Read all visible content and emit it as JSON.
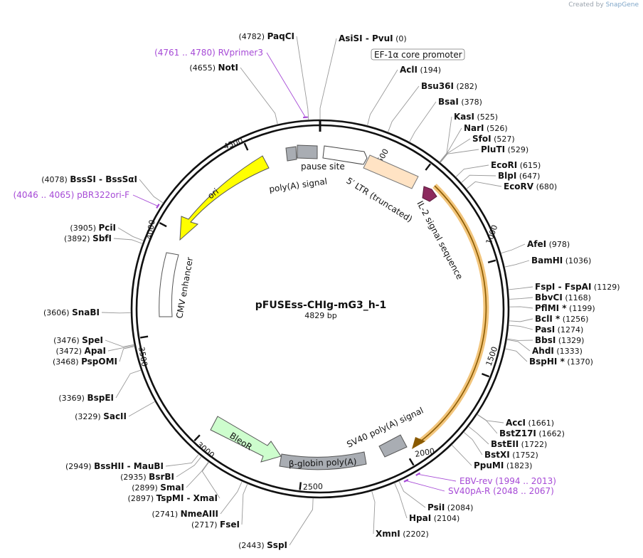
{
  "credit": {
    "prefix": "Created by",
    "brand": "SnapGene"
  },
  "plasmid": {
    "name": "pFUSEss-CHIg-mG3_h-1",
    "length_label": "4829 bp",
    "length": 4829
  },
  "colors": {
    "backbone": "#111111",
    "primer": "#a64ad6",
    "label_line": "#999999",
    "ori": "#ffff00",
    "ltr": "#ffe3c4",
    "signal": "#8c2a5e",
    "cds_highlight": "#f2c57c",
    "bleor": "#cdfdcd",
    "terminator": "#a9adb3"
  },
  "ticks": [
    "500",
    "1000",
    "1500",
    "2000",
    "2500",
    "3000",
    "3500",
    "4000",
    "4500"
  ],
  "features": [
    {
      "id": "ef1a",
      "label": "EF-1α core promoter"
    },
    {
      "id": "ltr",
      "label": "5′ LTR (truncated)"
    },
    {
      "id": "il2",
      "label": "IL-2 signal sequence"
    },
    {
      "id": "sv40pa",
      "label": "SV40 poly(A) signal"
    },
    {
      "id": "bglobin",
      "label": "β-globin poly(A)"
    },
    {
      "id": "bleor",
      "label": "BleoR"
    },
    {
      "id": "cmv",
      "label": "CMV enhancer"
    },
    {
      "id": "ori",
      "label": "ori"
    },
    {
      "id": "polya",
      "label": "poly(A) signal"
    },
    {
      "id": "pause",
      "label": "pause site"
    }
  ],
  "sites": [
    {
      "name": "AsiSI",
      "name2": "PvuI",
      "pos": "(0)"
    },
    {
      "name": "AclI",
      "pos": "(194)"
    },
    {
      "name": "Bsu36I",
      "pos": "(282)"
    },
    {
      "name": "BsaI",
      "pos": "(378)"
    },
    {
      "name": "KasI",
      "pos": "(525)"
    },
    {
      "name": "NarI",
      "pos": "(526)"
    },
    {
      "name": "SfoI",
      "pos": "(527)"
    },
    {
      "name": "PluTI",
      "pos": "(529)"
    },
    {
      "name": "EcoRI",
      "pos": "(615)"
    },
    {
      "name": "BlpI",
      "pos": "(647)"
    },
    {
      "name": "EcoRV",
      "pos": "(680)"
    },
    {
      "name": "AfeI",
      "pos": "(978)"
    },
    {
      "name": "BamHI",
      "pos": "(1036)"
    },
    {
      "name": "FspI",
      "name2": "FspAI",
      "pos": "(1129)"
    },
    {
      "name": "BbvCI",
      "pos": "(1168)"
    },
    {
      "name": "PflMI *",
      "pos": "(1199)"
    },
    {
      "name": "BclI *",
      "pos": "(1256)"
    },
    {
      "name": "PasI",
      "pos": "(1274)"
    },
    {
      "name": "BbsI",
      "pos": "(1329)"
    },
    {
      "name": "AhdI",
      "pos": "(1333)"
    },
    {
      "name": "BspHI *",
      "pos": "(1370)"
    },
    {
      "name": "AccI",
      "pos": "(1661)"
    },
    {
      "name": "BstZ17I",
      "pos": "(1662)"
    },
    {
      "name": "BstEII",
      "pos": "(1722)"
    },
    {
      "name": "BstXI",
      "pos": "(1752)"
    },
    {
      "name": "PpuMI",
      "pos": "(1823)"
    },
    {
      "name": "PsiI",
      "pos": "(2084)"
    },
    {
      "name": "HpaI",
      "pos": "(2104)"
    },
    {
      "name": "XmnI",
      "pos": "(2202)"
    },
    {
      "name": "SspI",
      "pos": "(2443)"
    },
    {
      "name": "FseI",
      "pos": "(2717)"
    },
    {
      "name": "NmeAIII",
      "pos": "(2741)"
    },
    {
      "name": "TspMI",
      "name2": "XmaI",
      "pos": "(2897)"
    },
    {
      "name": "SmaI",
      "pos": "(2899)"
    },
    {
      "name": "BsrBI",
      "pos": "(2935)"
    },
    {
      "name": "BssHII",
      "name2": "MauBI",
      "pos": "(2949)"
    },
    {
      "name": "SacII",
      "pos": "(3229)"
    },
    {
      "name": "BspEI",
      "pos": "(3369)"
    },
    {
      "name": "PspOMI",
      "pos": "(3468)"
    },
    {
      "name": "ApaI",
      "pos": "(3472)"
    },
    {
      "name": "SpeI",
      "pos": "(3476)"
    },
    {
      "name": "SnaBI",
      "pos": "(3606)"
    },
    {
      "name": "SbfI",
      "pos": "(3892)"
    },
    {
      "name": "PciI",
      "pos": "(3905)"
    },
    {
      "name": "BssSI",
      "name2": "BssSαI",
      "pos": "(4078)"
    },
    {
      "name": "NotI",
      "pos": "(4655)"
    },
    {
      "name": "PaqCI",
      "pos": "(4782)"
    }
  ],
  "primers": [
    {
      "name": "RVprimer3",
      "range": "(4761 .. 4780)"
    },
    {
      "name": "pBR322ori-F",
      "range": "(4046 .. 4065)"
    },
    {
      "name": "EBV-rev",
      "range": "(1994 .. 2013)"
    },
    {
      "name": "SV40pA-R",
      "range": "(2048 .. 2067)"
    }
  ]
}
